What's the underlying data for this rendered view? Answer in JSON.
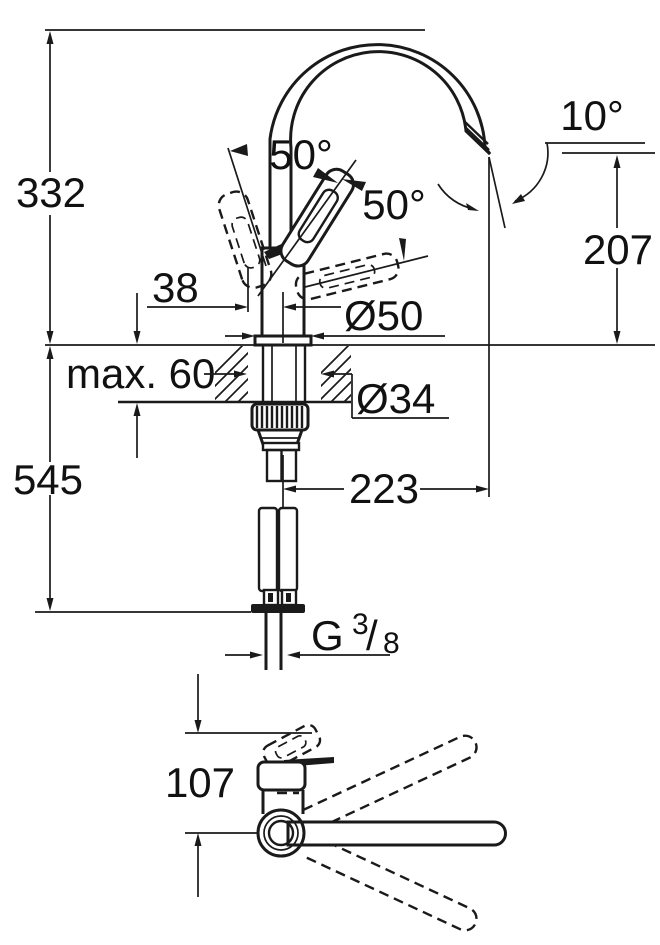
{
  "drawing": {
    "type": "technical-dimension-drawing",
    "subject": "single-lever kitchen mixer with high C-spout, front view and plan view",
    "units": "mm",
    "colors": {
      "line": "#1a1a1a",
      "background": "#ffffff"
    },
    "dimensions": {
      "overall_height": {
        "label": "332"
      },
      "handle_angle_left": {
        "label": "50°"
      },
      "handle_angle_right": {
        "label": "50°"
      },
      "spout_outlet_angle": {
        "label": "10°"
      },
      "spout_outlet_height": {
        "label": "207"
      },
      "handle_offset": {
        "label": "38"
      },
      "base_diameter": {
        "label": "Ø50"
      },
      "max_deck_thickness": {
        "label": "max. 60"
      },
      "hole_diameter": {
        "label": "Ø34"
      },
      "total_height_with_hoses": {
        "label": "545"
      },
      "spout_projection": {
        "label": "223"
      },
      "connection_thread": {
        "g": "G",
        "numerator": "3",
        "slash": "/",
        "denominator": "8"
      },
      "plan_handle_projection": {
        "label": "107"
      }
    }
  }
}
